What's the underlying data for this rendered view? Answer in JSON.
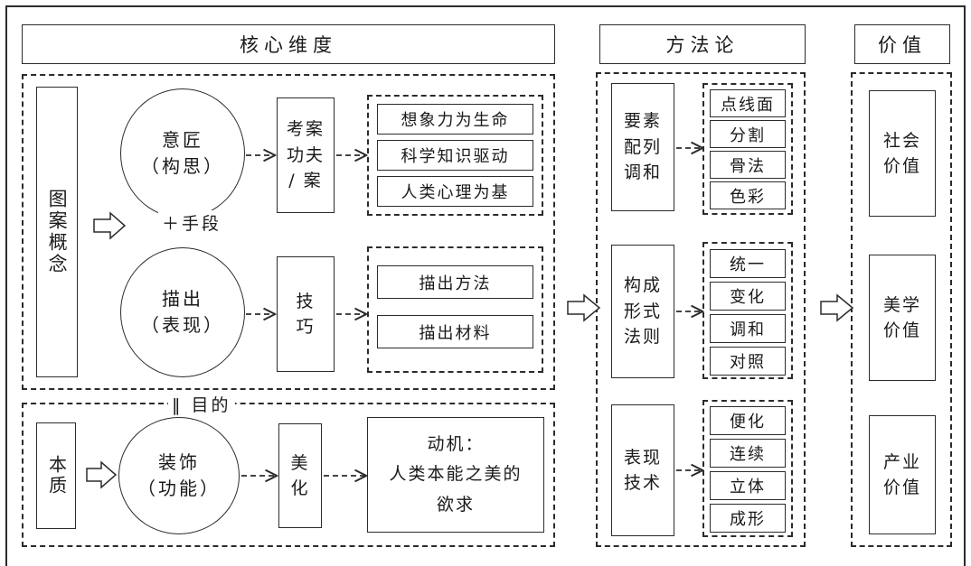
{
  "diagram": {
    "type": "flow-diagram",
    "language": "zh-Hans",
    "columns": [
      {
        "header": "核心维度"
      },
      {
        "header": "方法论"
      },
      {
        "header": "价值"
      }
    ],
    "headers": {
      "core": "核心维度",
      "method": "方法论",
      "value": "价值"
    },
    "core": {
      "group_top": {
        "source": "图案概念",
        "connector_label": "＋手段",
        "branches": [
          {
            "circle": {
              "line1": "意匠",
              "line2": "（构思）"
            },
            "stage": "考案\n功夫\n/ 案",
            "stage_lines": [
              "考案",
              "功夫",
              "/ 案"
            ],
            "outputs": [
              "想象力为生命",
              "科学知识驱动",
              "人类心理为基"
            ]
          },
          {
            "circle": {
              "line1": "描出",
              "line2": "（表现）"
            },
            "stage_lines": [
              "技",
              "巧"
            ],
            "outputs": [
              "描出方法",
              "描出材料"
            ]
          }
        ]
      },
      "group_bottom": {
        "connector_label": "‖ 目的",
        "source": "本质",
        "circle": {
          "line1": "装饰",
          "line2": "（功能）"
        },
        "stage_lines": [
          "美",
          "化"
        ],
        "result": {
          "line1": "动机：",
          "line2": "人类本能之美的",
          "line3": "欲求"
        }
      }
    },
    "method": {
      "blocks": [
        {
          "title_lines": [
            "要素",
            "配列",
            "调和"
          ],
          "items": [
            "点线面",
            "分割",
            "骨法",
            "色彩"
          ]
        },
        {
          "title_lines": [
            "构成",
            "形式",
            "法则"
          ],
          "items": [
            "统一",
            "变化",
            "调和",
            "对照"
          ]
        },
        {
          "title_lines": [
            "表现",
            "技术"
          ],
          "items": [
            "便化",
            "连续",
            "立体",
            "成形"
          ]
        }
      ]
    },
    "value": {
      "items": [
        {
          "line1": "社会",
          "line2": "价值"
        },
        {
          "line1": "美学",
          "line2": "价值"
        },
        {
          "line1": "产业",
          "line2": "价值"
        }
      ]
    },
    "colors": {
      "stroke": "#2b2b2b",
      "background": "#ffffff",
      "text": "#1a1a1a"
    }
  }
}
